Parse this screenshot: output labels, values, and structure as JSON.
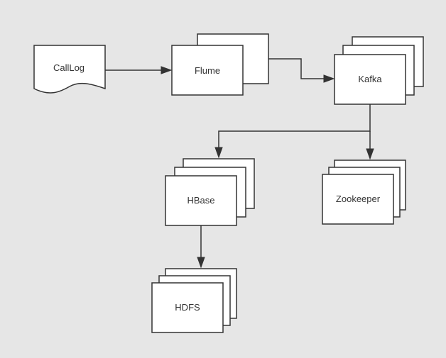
{
  "diagram": {
    "background": "#e6e6e6",
    "line_color": "#333333",
    "node_fill": "#ffffff",
    "nodes": {
      "calllog": {
        "label": "CallLog",
        "shape": "document"
      },
      "flume": {
        "label": "Flume",
        "shape": "stacked-2"
      },
      "kafka": {
        "label": "Kafka",
        "shape": "stacked-3"
      },
      "hbase": {
        "label": "HBase",
        "shape": "stacked-3"
      },
      "zookeeper": {
        "label": "Zookeeper",
        "shape": "stacked-3"
      },
      "hdfs": {
        "label": "HDFS",
        "shape": "stacked-3"
      }
    },
    "edges": [
      {
        "from": "calllog",
        "to": "flume"
      },
      {
        "from": "flume",
        "to": "kafka"
      },
      {
        "from": "kafka",
        "to": "hbase"
      },
      {
        "from": "kafka",
        "to": "zookeeper"
      },
      {
        "from": "hbase",
        "to": "hdfs"
      }
    ]
  }
}
